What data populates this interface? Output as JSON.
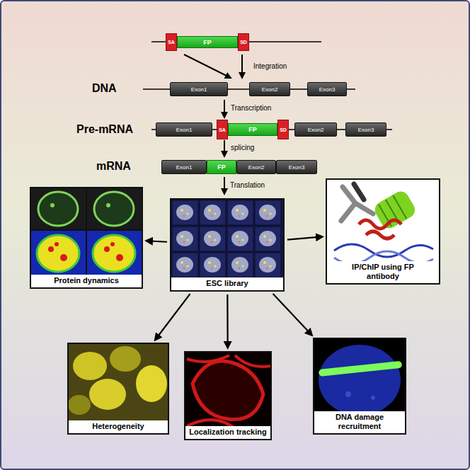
{
  "diagram": {
    "nodes": [
      {
        "text": [
          "SA"
        ]
      },
      {
        "text": [
          "FP"
        ]
      },
      {
        "text": [
          "SD"
        ]
      },
      {
        "text": [
          "Exon1"
        ]
      },
      {
        "text": [
          "Exon2"
        ]
      },
      {
        "text": [
          "Exon3"
        ]
      },
      {
        "text": [
          "Exon1"
        ]
      },
      {
        "text": [
          "SA"
        ]
      },
      {
        "text": [
          "FP"
        ]
      },
      {
        "text": [
          "SD"
        ]
      },
      {
        "text": [
          "Exon2"
        ]
      },
      {
        "text": [
          "Exon3"
        ]
      },
      {
        "text": [
          "Exon1"
        ]
      },
      {
        "text": [
          "FP"
        ]
      },
      {
        "text": [
          "Exon2"
        ]
      },
      {
        "text": [
          "Exon3"
        ]
      },
      {
        "text": [
          "Protein dynamics"
        ]
      },
      {
        "text": [
          "ESC library"
        ]
      },
      {
        "text": [
          "IP/ChIP using FP antibody"
        ]
      },
      {
        "text": [
          "Heterogeneity"
        ]
      },
      {
        "text": [
          "Localization tracking"
        ]
      },
      {
        "text": [
          "DNA damage recruitment"
        ]
      }
    ],
    "edges": [
      {
        "from": 17,
        "to": 16,
        "arrow": "to"
      },
      {
        "from": 17,
        "to": 18,
        "arrow": "to"
      },
      {
        "from": 17,
        "to": 19,
        "arrow": "to"
      },
      {
        "from": 17,
        "to": 20,
        "arrow": "to"
      },
      {
        "from": 17,
        "to": 21,
        "arrow": "to"
      }
    ],
    "labels": [
      "Integration",
      "DNA",
      "Transcription",
      "Pre-mRNA",
      "splicing",
      "mRNA",
      "Translation"
    ]
  }
}
